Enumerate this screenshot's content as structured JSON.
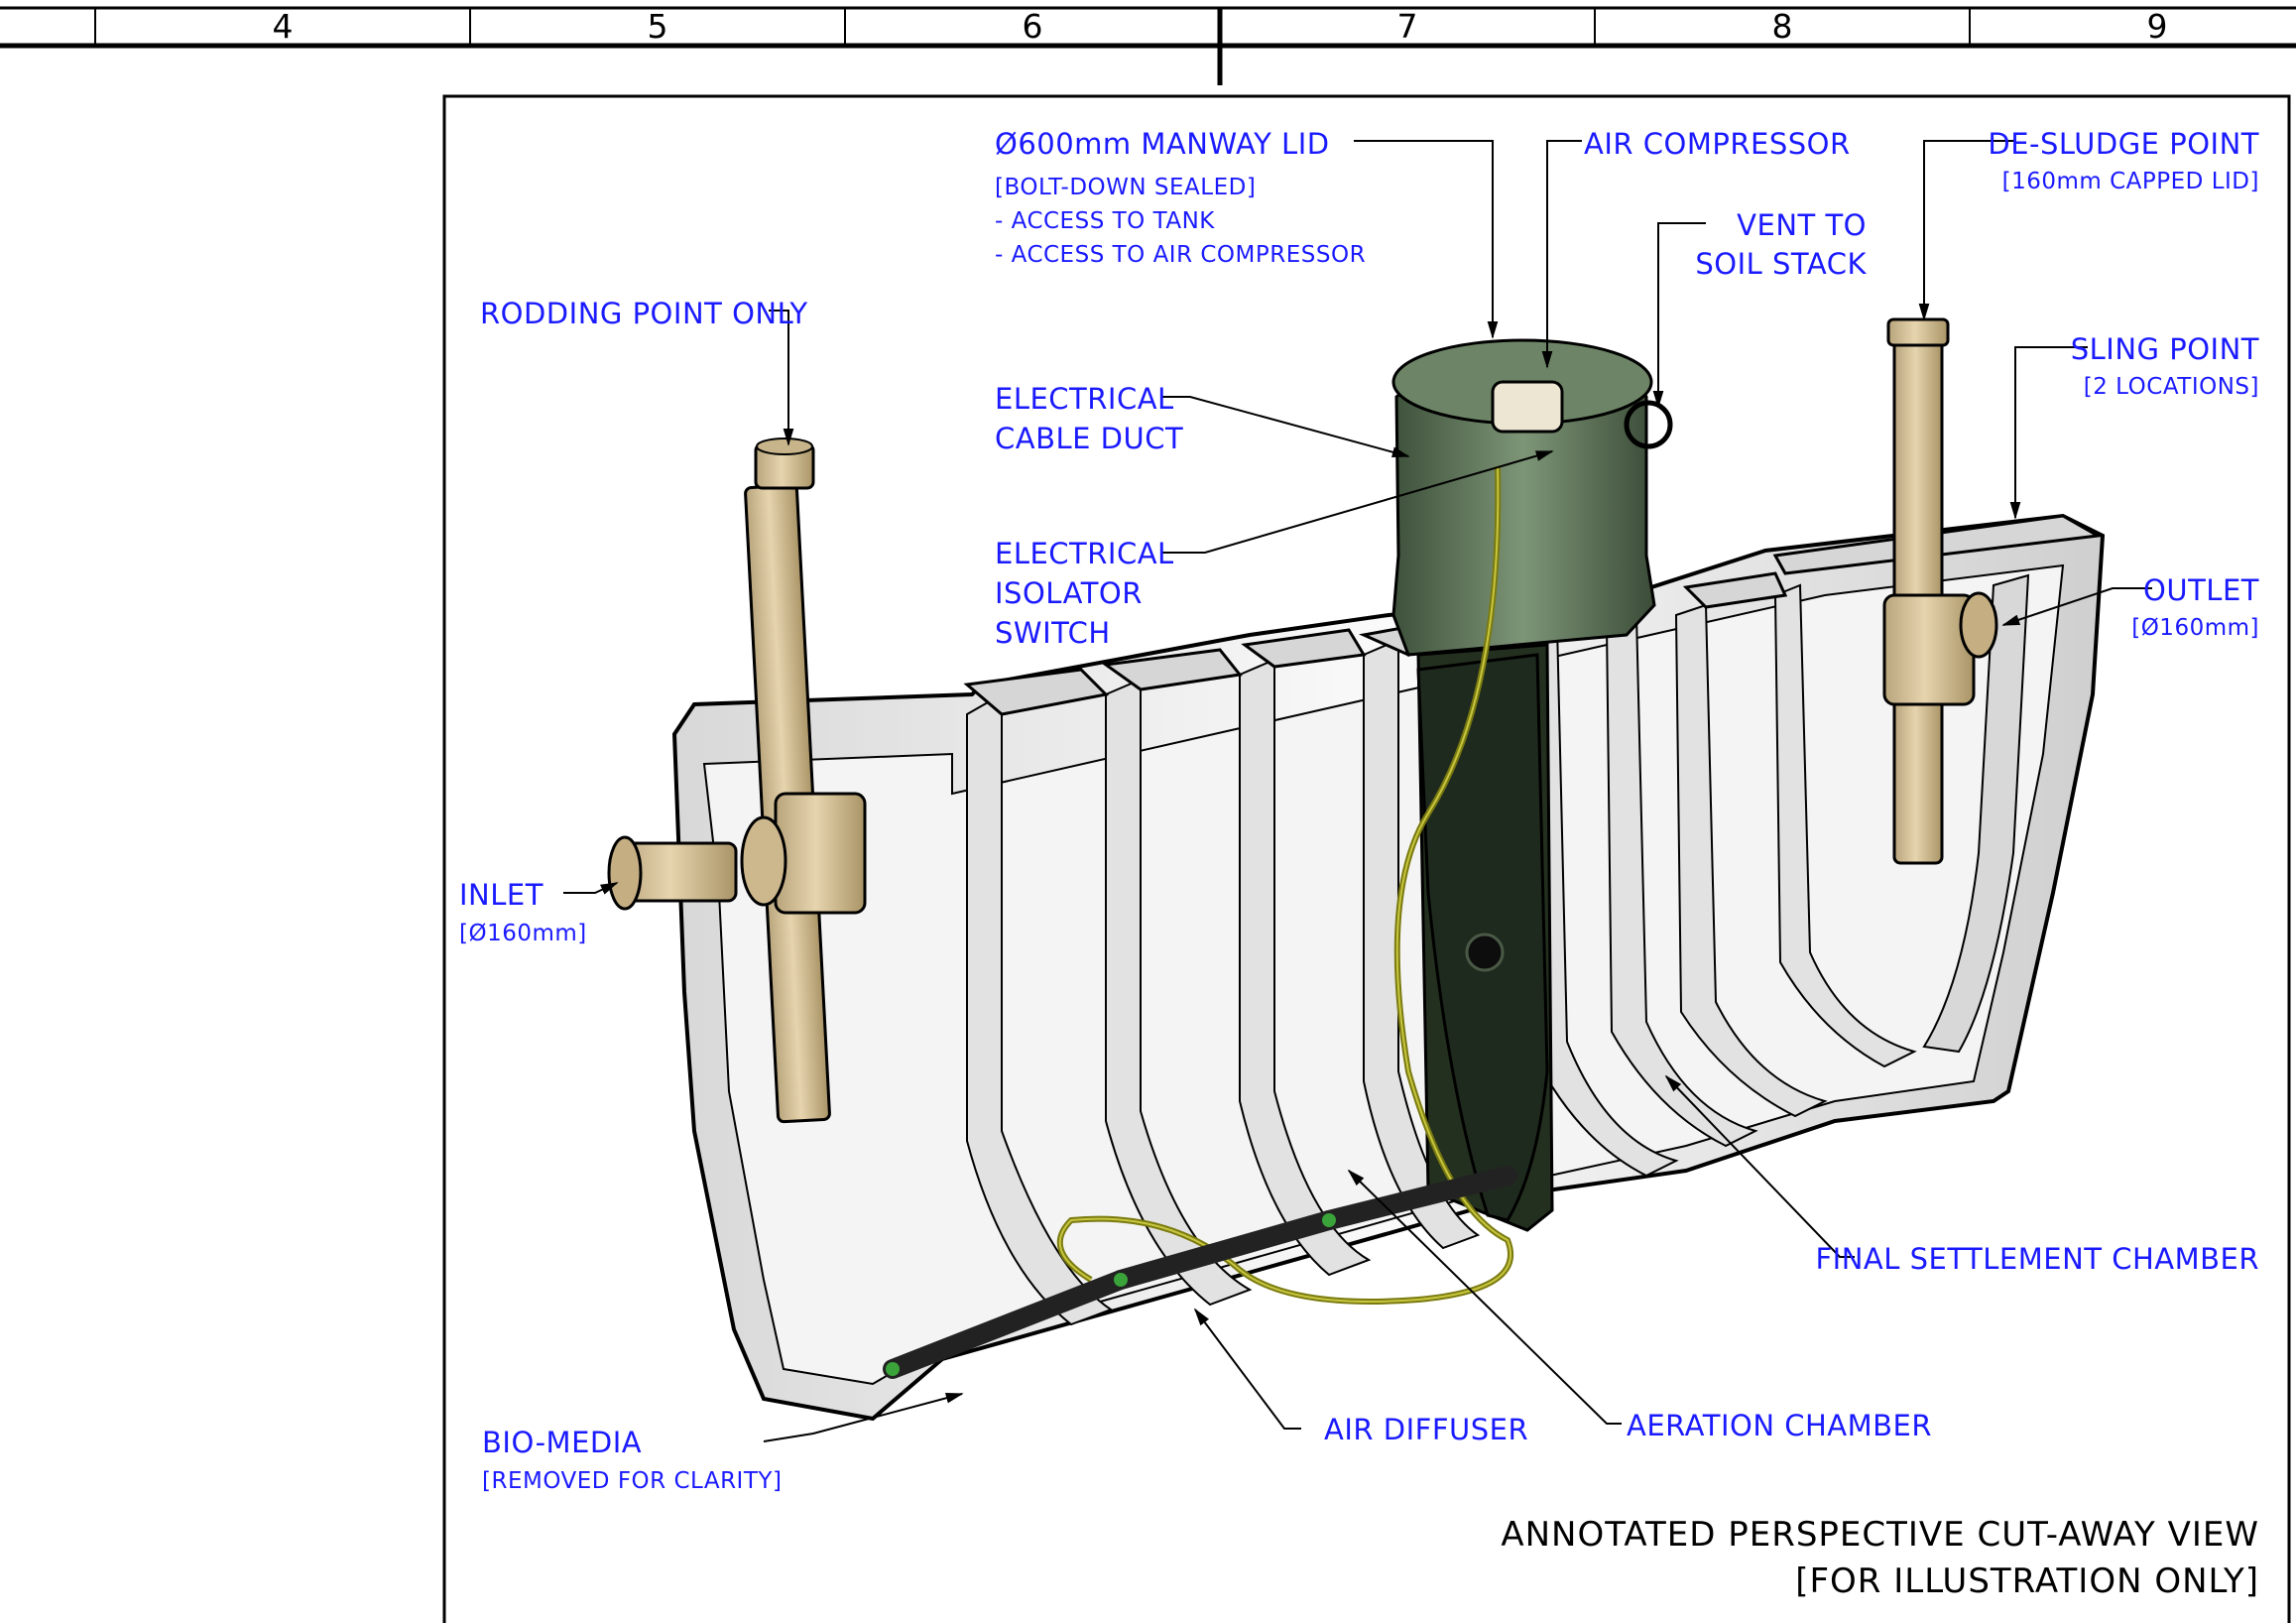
{
  "border": {
    "zone_numbers": [
      "4",
      "5",
      "6",
      "7",
      "8",
      "9"
    ]
  },
  "labels": {
    "manway_lid": "Ø600mm MANWAY LID",
    "manway_lid_note1": "[BOLT-DOWN SEALED]",
    "manway_lid_note2": "- ACCESS TO TANK",
    "manway_lid_note3": "- ACCESS TO AIR COMPRESSOR",
    "air_compressor": "AIR COMPRESSOR",
    "vent_line1": "VENT TO",
    "vent_line2": "SOIL STACK",
    "desludge_point": "DE-SLUDGE POINT",
    "desludge_note": "[160mm CAPPED LID]",
    "sling_point": "SLING POINT",
    "sling_note": "[2 LOCATIONS]",
    "rodding_point": "RODDING POINT ONLY",
    "cable_duct_line1": "ELECTRICAL",
    "cable_duct_line2": "CABLE DUCT",
    "isolator_line1": "ELECTRICAL",
    "isolator_line2": "ISOLATOR",
    "isolator_line3": "SWITCH",
    "outlet": "OUTLET",
    "outlet_note": "[Ø160mm]",
    "inlet": "INLET",
    "inlet_note": "[Ø160mm]",
    "final_settlement": "FINAL SETTLEMENT CHAMBER",
    "bio_media": "BIO-MEDIA",
    "bio_media_note": "[REMOVED FOR CLARITY]",
    "air_diffuser": "AIR DIFFUSER",
    "aeration_chamber": "AERATION CHAMBER"
  },
  "view_title": {
    "line1": "ANNOTATED PERSPECTIVE CUT-AWAY VIEW",
    "line2": "[FOR ILLUSTRATION ONLY]"
  },
  "colors": {
    "annotation": "#1a1aff",
    "pipe": "#d9c49a",
    "lid": "#5c7256",
    "baffle": "#1f2a1f",
    "tank": "#eeeeee"
  }
}
